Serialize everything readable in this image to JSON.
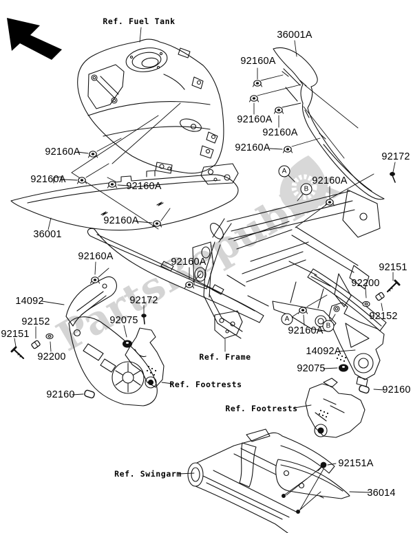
{
  "watermark": {
    "text": "PartsRepublik",
    "color": "#9b9b9b"
  },
  "callouts": {
    "a": "A",
    "b": "B"
  },
  "refs": {
    "fuel_tank": "Ref. Fuel Tank",
    "frame": "Ref. Frame",
    "footrests_left": "Ref. Footrests",
    "footrests_right": "Ref. Footrests",
    "swingarm": "Ref. Swingarm"
  },
  "parts": [
    {
      "text": "36001A"
    },
    {
      "text": "92160A"
    },
    {
      "text": "92160A"
    },
    {
      "text": "92160A"
    },
    {
      "text": "92160A"
    },
    {
      "text": "92172"
    },
    {
      "text": "92160A"
    },
    {
      "text": "92160A"
    },
    {
      "text": "92160A"
    },
    {
      "text": "92160A"
    },
    {
      "text": "36001"
    },
    {
      "text": "92160A"
    },
    {
      "text": "92160A"
    },
    {
      "text": "92160A"
    },
    {
      "text": "92151"
    },
    {
      "text": "92200"
    },
    {
      "text": "92152"
    },
    {
      "text": "14092"
    },
    {
      "text": "92172"
    },
    {
      "text": "92152"
    },
    {
      "text": "92151"
    },
    {
      "text": "92200"
    },
    {
      "text": "92075"
    },
    {
      "text": "92160"
    },
    {
      "text": "92160A"
    },
    {
      "text": "14092A"
    },
    {
      "text": "92075"
    },
    {
      "text": "92160"
    },
    {
      "text": "92151A"
    },
    {
      "text": "36014"
    }
  ],
  "line_color": "#111111"
}
